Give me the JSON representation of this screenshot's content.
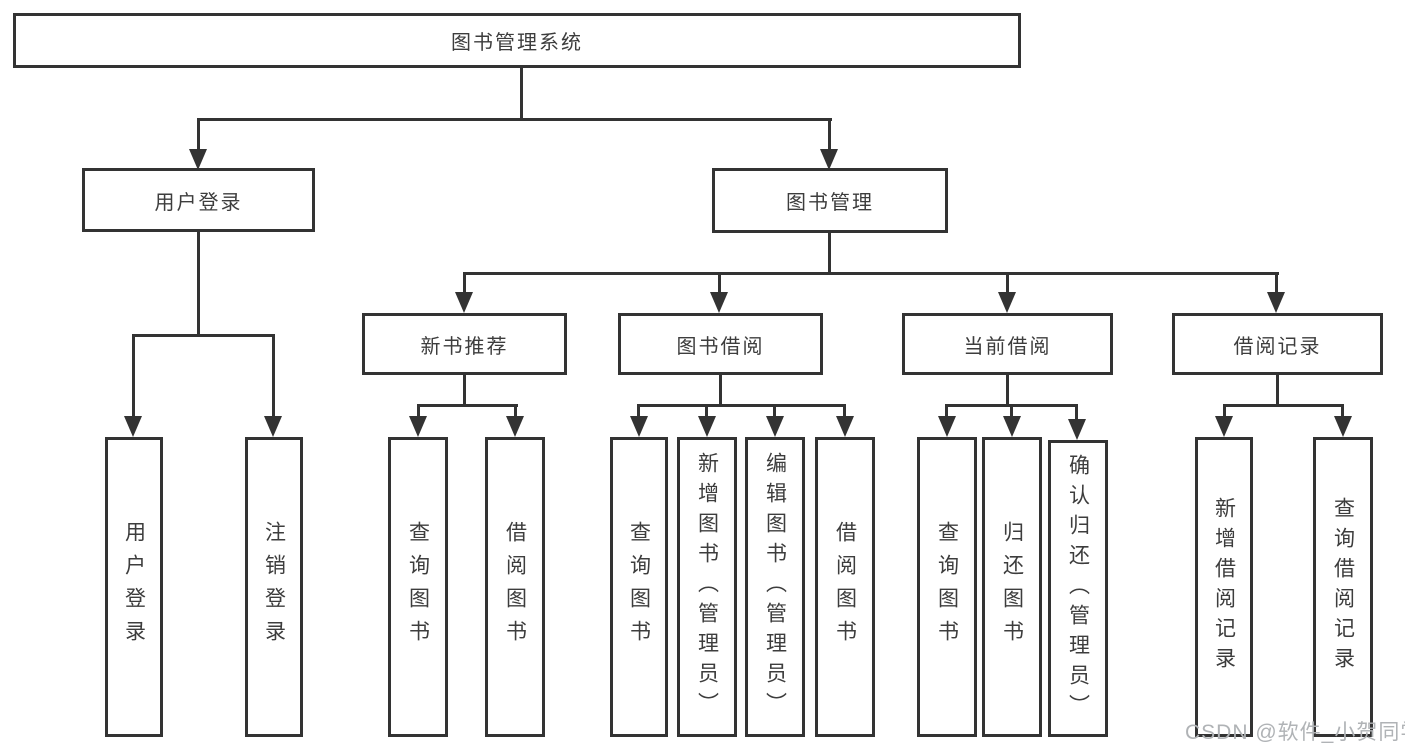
{
  "tree": {
    "label": "图书管理系统",
    "children": [
      {
        "label": "用户登录",
        "children": [
          {
            "label": "用户登录"
          },
          {
            "label": "注销登录"
          }
        ]
      },
      {
        "label": "图书管理",
        "children": [
          {
            "label": "新书推荐",
            "children": [
              {
                "label": "查询图书"
              },
              {
                "label": "借阅图书"
              }
            ]
          },
          {
            "label": "图书借阅",
            "children": [
              {
                "label": "查询图书"
              },
              {
                "label": "新增图书（管理员）"
              },
              {
                "label": "编辑图书（管理员）"
              },
              {
                "label": "借阅图书"
              }
            ]
          },
          {
            "label": "当前借阅",
            "children": [
              {
                "label": "查询图书"
              },
              {
                "label": "归还图书"
              },
              {
                "label": "确认归还（管理员）"
              }
            ]
          },
          {
            "label": "借阅记录",
            "children": [
              {
                "label": "新增借阅记录"
              },
              {
                "label": "查询借阅记录"
              }
            ]
          }
        ]
      }
    ]
  },
  "watermark": {
    "text": "CSDN @软件_小贺同学"
  },
  "colors": {
    "line": "#333333",
    "border": "#333333",
    "text": "#3d3d3d",
    "watermark": "#b0b3b6",
    "background": "#ffffff"
  }
}
